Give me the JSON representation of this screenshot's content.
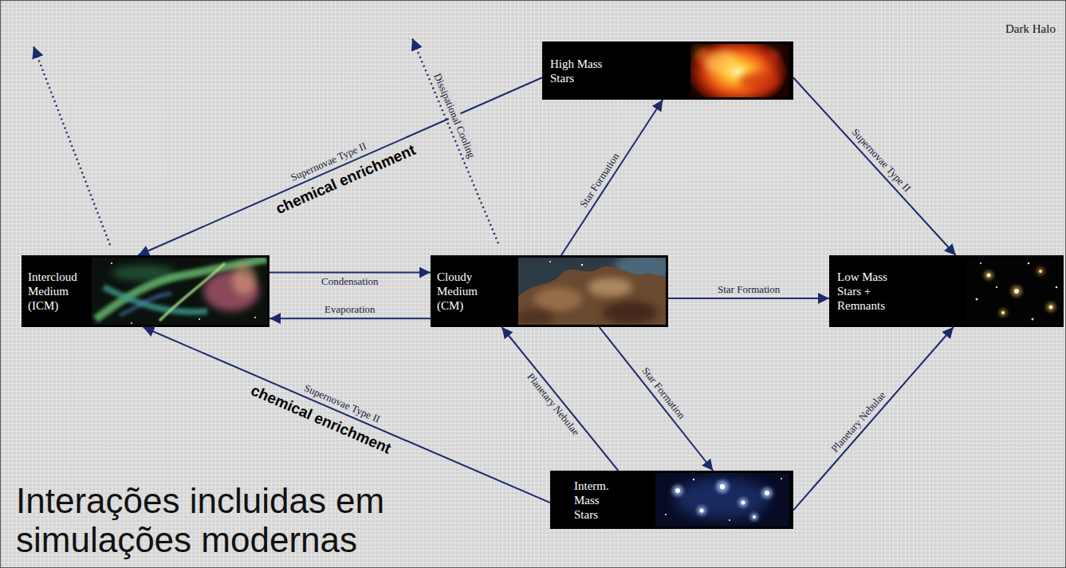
{
  "diagram": {
    "nodes": [
      {
        "text": [
          "High Mass Stars"
        ]
      },
      {
        "text": [
          "Intercloud Medium (ICM)"
        ]
      },
      {
        "text": [
          "Cloudy Medium (CM)"
        ]
      },
      {
        "text": [
          "Low Mass Stars + Remnants"
        ]
      },
      {
        "text": [
          "Interm. Mass Stars"
        ]
      }
    ],
    "edges": [
      {
        "from": 0,
        "to": 1,
        "label": "Supernovae Type II",
        "arrow": "to"
      },
      {
        "from": 0,
        "to": 3,
        "label": "Supernovae Type II",
        "arrow": "to"
      },
      {
        "from": 1,
        "to": 2,
        "label": "Condensation",
        "arrow": "to"
      },
      {
        "from": 2,
        "to": 1,
        "label": "Evaporation",
        "arrow": "to"
      },
      {
        "from": 2,
        "to": 0,
        "label": "Star Formation",
        "arrow": "to"
      },
      {
        "from": 2,
        "to": 3,
        "label": "Star Formation",
        "arrow": "to"
      },
      {
        "from": 2,
        "to": 4,
        "label": "Star Formation",
        "arrow": "to"
      },
      {
        "from": 4,
        "to": 2,
        "label": "Planetary Nebulae",
        "arrow": "to"
      },
      {
        "from": 4,
        "to": 3,
        "label": "Planetary Nebulae",
        "arrow": "to"
      },
      {
        "from": 4,
        "to": 1,
        "label": "Supernovae Type II",
        "arrow": "to"
      }
    ],
    "labels": [
      "Dark Halo",
      "Dissipational Cooling",
      "chemical enrichment",
      "chemical enrichment",
      "Interações incluidas em simulações modernas"
    ]
  }
}
